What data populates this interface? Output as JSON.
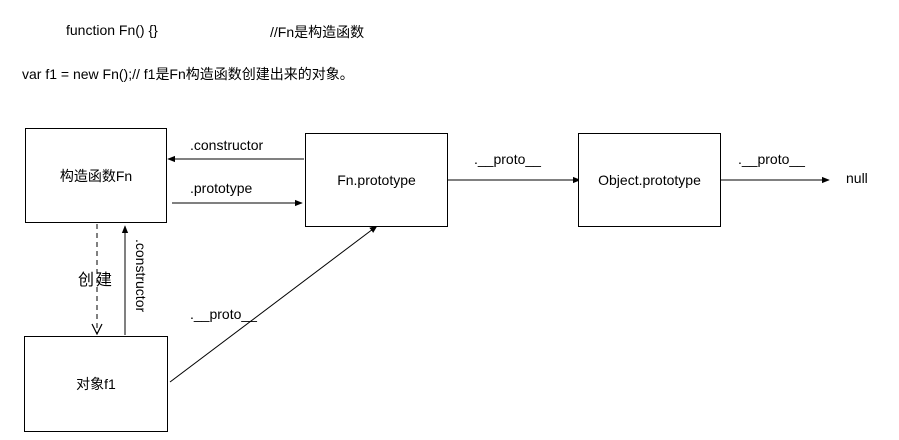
{
  "code": {
    "decl": "function Fn() {}",
    "decl_comment": "//Fn是构造函数",
    "instance_line": "var f1 = new Fn();// f1是Fn构造函数创建出来的对象。"
  },
  "nodes": {
    "constructor_fn": "构造函数Fn",
    "fn_prototype": "Fn.prototype",
    "object_prototype": "Object.prototype",
    "object_f1": "对象f1",
    "null_label": "null"
  },
  "edges": {
    "constructor_top": ".constructor",
    "prototype": ".prototype",
    "proto_fn_to_object": ".__proto__",
    "proto_object_to_null": ".__proto__",
    "create": "创建",
    "constructor_vertical": ".constructor",
    "proto_f1": ".__proto__"
  },
  "colors": {
    "background": "#ffffff",
    "stroke": "#000000"
  }
}
